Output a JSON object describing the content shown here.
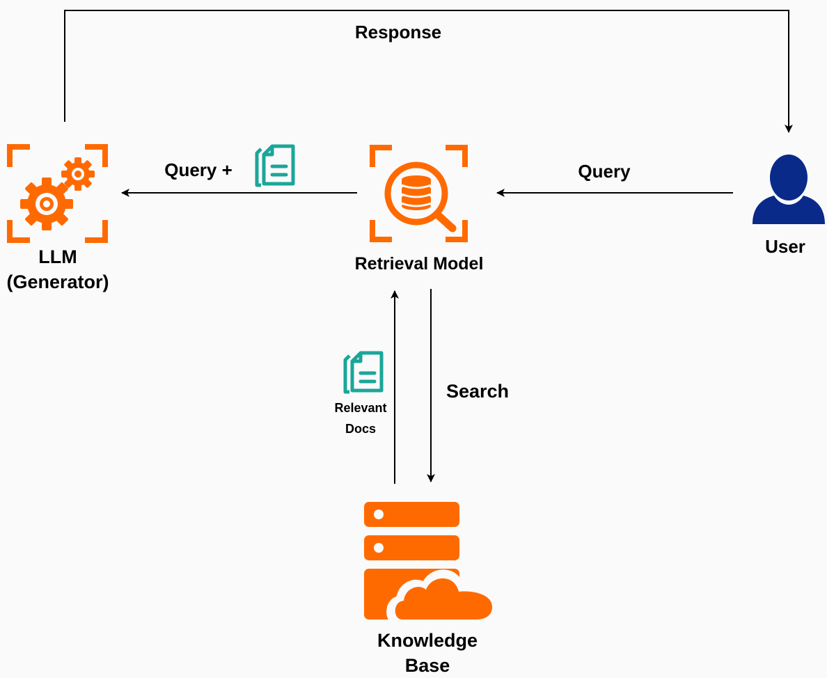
{
  "colors": {
    "background": "#fafafa",
    "accent_orange": "#ff6a00",
    "doc_teal": "#1aa69a",
    "user_navy": "#0a2a8a",
    "line": "#000000"
  },
  "nodes": {
    "llm": {
      "icon": "gears-icon",
      "label_line1": "LLM",
      "label_line2": "(Generator)"
    },
    "retrieval": {
      "icon": "database-search-icon",
      "label": "Retrieval Model"
    },
    "user": {
      "icon": "user-icon",
      "label": "User"
    },
    "knowledge_base": {
      "icon": "server-cloud-icon",
      "label_line1": "Knowledge",
      "label_line2": "Base"
    }
  },
  "edges": {
    "response": {
      "label": "Response"
    },
    "query": {
      "label": "Query"
    },
    "query_plus": {
      "label": "Query +",
      "icon": "document-icon"
    },
    "search": {
      "label": "Search"
    },
    "relevant_docs": {
      "label_line1": "Relevant",
      "label_line2": "Docs",
      "icon": "document-icon"
    }
  }
}
